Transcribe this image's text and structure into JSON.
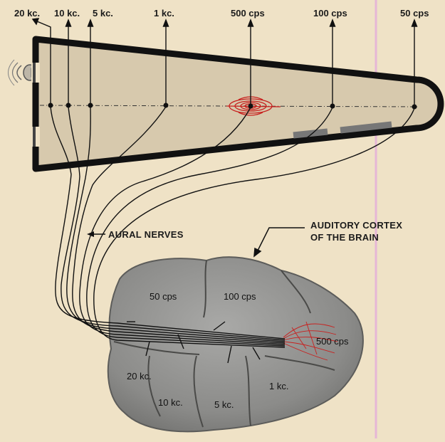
{
  "frequency_labels": [
    "20 kc.",
    "10 kc.",
    "5 kc.",
    "1 kc.",
    "500 cps",
    "100 cps",
    "50 cps"
  ],
  "annotations": {
    "aural_nerves": "AURAL NERVES",
    "cortex_line1": "AUDITORY CORTEX",
    "cortex_line2": "OF THE BRAIN"
  },
  "cortex_regions": [
    "50 cps",
    "100 cps",
    "500 cps",
    "20 kc.",
    "10 kc.",
    "5 kc.",
    "1 kc."
  ],
  "colors": {
    "background": "#efe2c6",
    "cochlea_fill": "#d7c9ad",
    "cochlea_outline": "#111111",
    "brain": "#8a8a88",
    "resonance": "#c8201e",
    "pink_line": "#e6b6d6"
  }
}
